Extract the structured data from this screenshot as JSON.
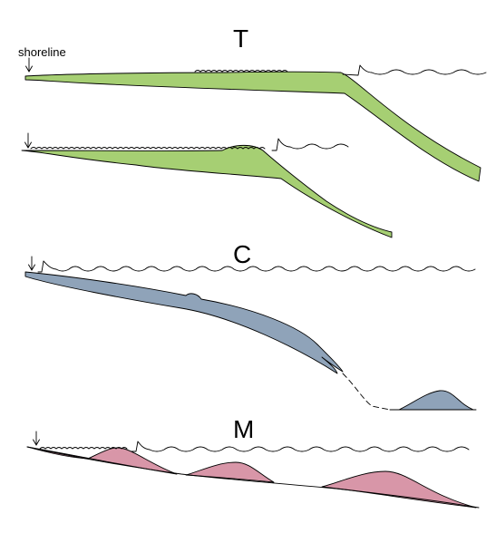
{
  "labels": {
    "panel_t": "T",
    "panel_c": "C",
    "panel_m": "M",
    "shoreline": "shoreline"
  },
  "colors": {
    "t_fill": "#a6cf73",
    "c_fill": "#8fa3b9",
    "m_fill": "#d896a8",
    "background": "#ffffff"
  }
}
